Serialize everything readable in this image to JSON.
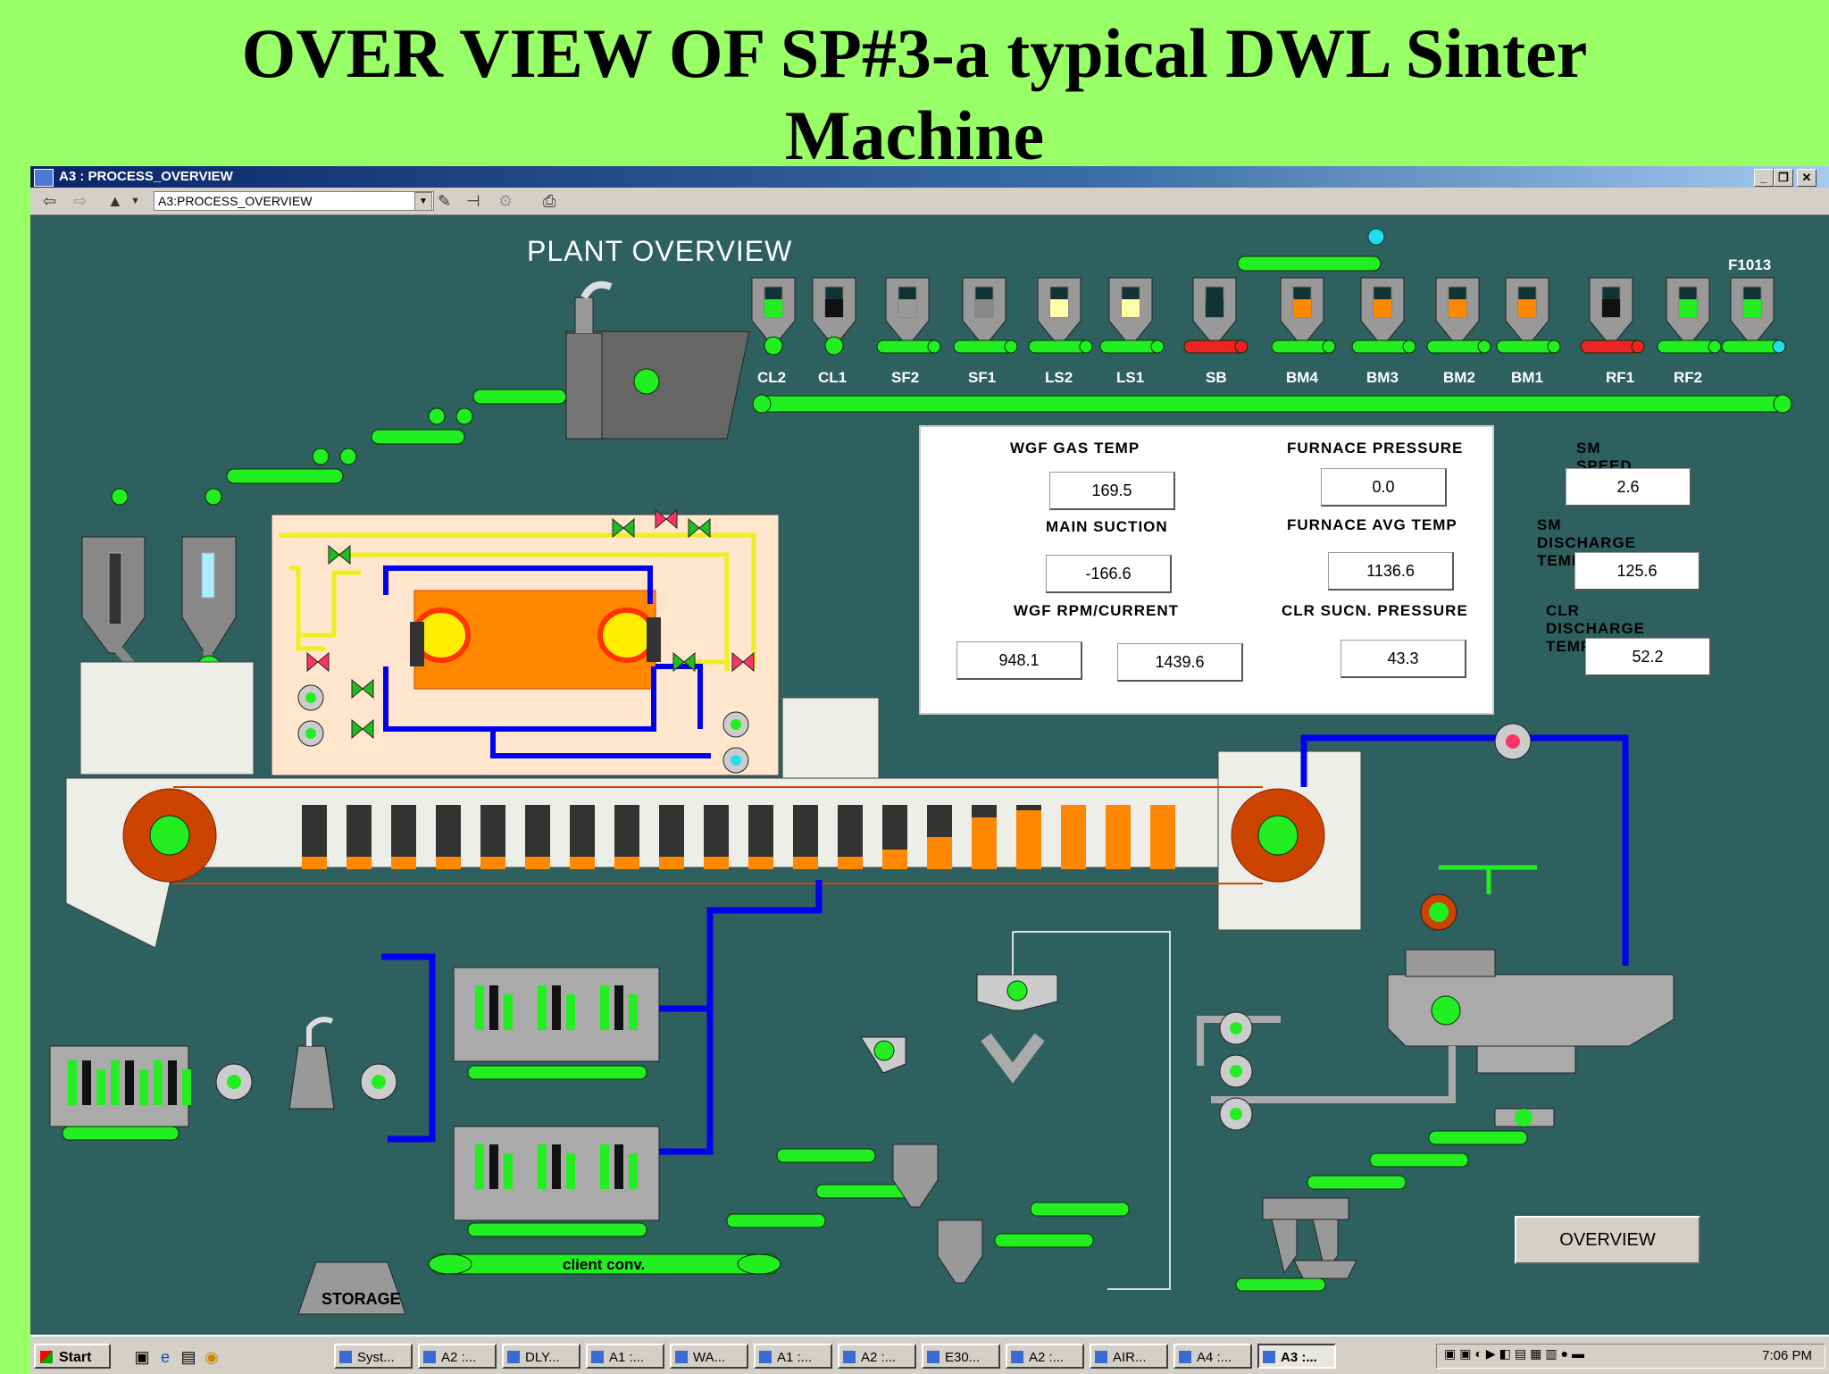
{
  "slide_title_line1": "OVER VIEW OF SP#3-a typical DWL Sinter",
  "slide_title_line2": "Machine",
  "window": {
    "title": "A3 : PROCESS_OVERVIEW",
    "address": "A3:PROCESS_OVERVIEW"
  },
  "plant": {
    "title": "PLANT OVERVIEW",
    "tag_f1013": "F1013",
    "bin_labels": [
      "CL2",
      "CL1",
      "SF2",
      "SF1",
      "LS2",
      "LS1",
      "SB",
      "BM4",
      "BM3",
      "BM2",
      "BM1",
      "RF1",
      "RF2"
    ],
    "client_conv_label": "client conv.",
    "storage_label": "STORAGE",
    "overview_button": "OVERVIEW"
  },
  "readings": {
    "wgf_gas_temp_label": "WGF GAS TEMP",
    "wgf_gas_temp": "169.5",
    "furnace_pressure_label": "FURNACE PRESSURE",
    "furnace_pressure": "0.0",
    "sm_speed_label": "SM SPEED",
    "sm_speed": "2.6",
    "main_suction_label": "MAIN SUCTION",
    "main_suction": "-166.6",
    "furnace_avg_temp_label": "FURNACE AVG TEMP",
    "furnace_avg_temp": "1136.6",
    "sm_discharge_temp_label": "SM DISCHARGE TEMP",
    "sm_discharge_temp": "125.6",
    "wgf_rpm_current_label": "WGF RPM/CURRENT",
    "wgf_rpm": "948.1",
    "wgf_current": "1439.6",
    "clr_sucn_pressure_label": "CLR SUCN. PRESSURE",
    "clr_sucn_pressure": "43.3",
    "clr_discharge_temp_label": "CLR DISCHARGE TEMP",
    "clr_discharge_temp": "52.2"
  },
  "taskbar": {
    "start_label": "Start",
    "tasks": [
      "Syst...",
      "A2 :...",
      "DLY...",
      "A1 :...",
      "WA...",
      "A1 :...",
      "A2 :...",
      "E30...",
      "A2 :...",
      "AIR...",
      "A4 :...",
      "A3 :..."
    ],
    "clock": "7:06 PM"
  }
}
